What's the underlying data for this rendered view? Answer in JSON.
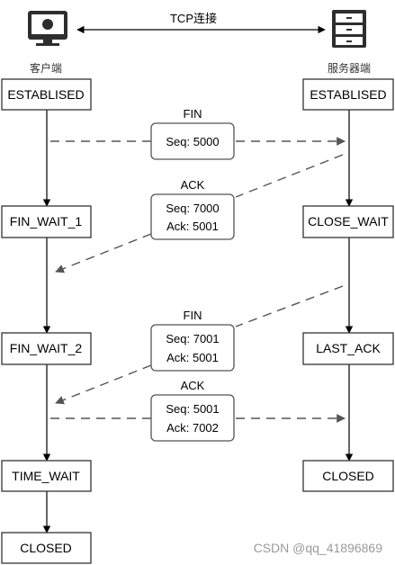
{
  "connection_label": "TCP连接",
  "client": {
    "label": "客户端",
    "icon": "computer-monitor-icon",
    "states": [
      "ESTABLISED",
      "FIN_WAIT_1",
      "FIN_WAIT_2",
      "TIME_WAIT",
      "CLOSED"
    ]
  },
  "server": {
    "label": "服务器端",
    "icon": "server-rack-icon",
    "states": [
      "ESTABLISED",
      "CLOSE_WAIT",
      "LAST_ACK",
      "CLOSED"
    ]
  },
  "packets": [
    {
      "label": "FIN",
      "lines": [
        "Seq: 5000"
      ],
      "direction": "client-to-server"
    },
    {
      "label": "ACK",
      "lines": [
        "Seq: 7000",
        "Ack: 5001"
      ],
      "direction": "server-to-client"
    },
    {
      "label": "FIN",
      "lines": [
        "Seq: 7001",
        "Ack: 5001"
      ],
      "direction": "server-to-client"
    },
    {
      "label": "ACK",
      "lines": [
        "Seq: 5001",
        "Ack: 7002"
      ],
      "direction": "client-to-server"
    }
  ],
  "watermark": "CSDN @qq_41896869",
  "colors": {
    "line": "#000000",
    "dash": "#555555",
    "box_border": "#333333"
  }
}
